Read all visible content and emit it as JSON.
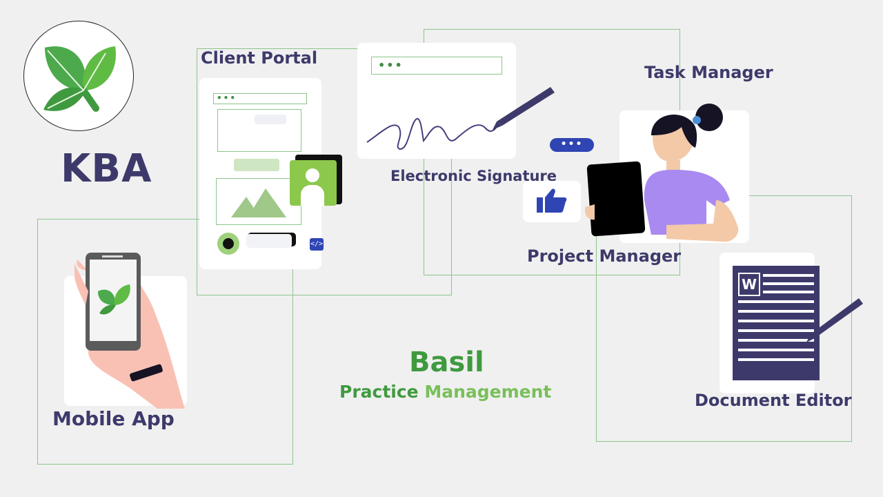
{
  "brand": {
    "name": "KBA",
    "product_title": "Basil",
    "product_sub_1": "Practice",
    "product_sub_2": "Management",
    "colors": {
      "green": "#3f9a3f",
      "light_green": "#79bf5a",
      "navy": "#3d3a6b",
      "blue": "#2f45b3",
      "purple": "#a98af0"
    }
  },
  "features": {
    "client_portal": "Client Portal",
    "electronic_signature": "Electronic Signature",
    "task_manager": "Task Manager",
    "project_manager": "Project Manager",
    "document_editor": "Document Editor",
    "mobile_app": "Mobile App"
  },
  "icons": [
    "leaf-logo-icon",
    "signature-pen-icon",
    "chat-dots-icon",
    "thumbs-up-icon",
    "user-card-icon",
    "code-icon",
    "document-icon",
    "phone-icon"
  ]
}
